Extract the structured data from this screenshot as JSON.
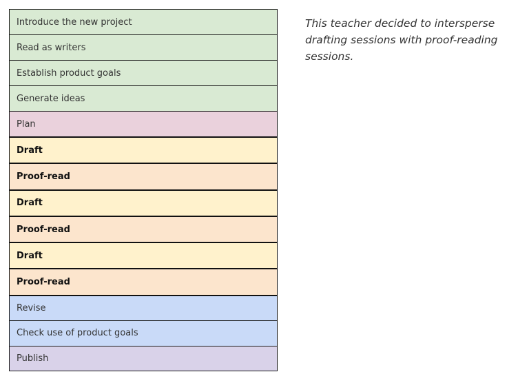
{
  "stages": [
    {
      "label": "Introduce the new project",
      "color": "#d9ead3",
      "bold": false
    },
    {
      "label": "Read as writers",
      "color": "#d9ead3",
      "bold": false
    },
    {
      "label": "Establish product goals",
      "color": "#d9ead3",
      "bold": false
    },
    {
      "label": "Generate ideas",
      "color": "#d9ead3",
      "bold": false
    },
    {
      "label": "Plan",
      "color": "#ead1dc",
      "bold": false
    },
    {
      "label": "Draft",
      "color": "#fff2cc",
      "bold": true
    },
    {
      "label": "Proof-read",
      "color": "#fce5cd",
      "bold": true
    },
    {
      "label": "Draft",
      "color": "#fff2cc",
      "bold": true
    },
    {
      "label": "Proof-read",
      "color": "#fce5cd",
      "bold": true
    },
    {
      "label": "Draft",
      "color": "#fff2cc",
      "bold": true
    },
    {
      "label": "Proof-read",
      "color": "#fce5cd",
      "bold": true
    },
    {
      "label": "Revise",
      "color": "#c9daf8",
      "bold": false
    },
    {
      "label": "Check use of product goals",
      "color": "#c9daf8",
      "bold": false
    },
    {
      "label": "Publish",
      "color": "#d9d2e9",
      "bold": false
    }
  ],
  "note": "This teacher decided to intersperse drafting sessions with proof-reading sessions."
}
